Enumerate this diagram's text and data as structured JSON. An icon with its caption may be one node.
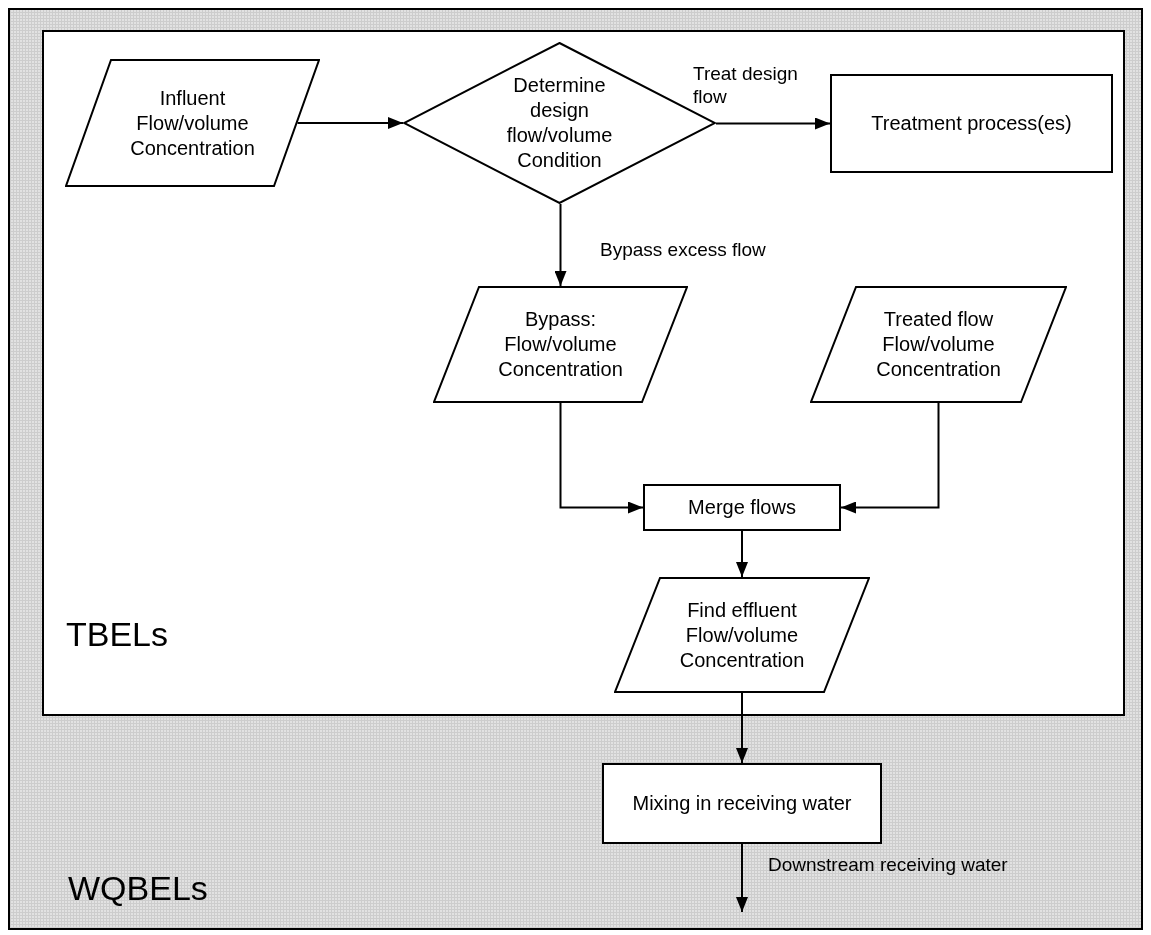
{
  "diagram": {
    "nodes": [
      {
        "text": [
          "WQBELs"
        ]
      },
      {
        "text": [
          "TBELs"
        ],
        "in": 0
      },
      {
        "text": [
          "Influent Flow/volume Concentration"
        ],
        "in": 1
      },
      {
        "text": [
          "Determine design flow/volume Condition"
        ],
        "in": 1
      },
      {
        "text": [
          "Treatment process(es)"
        ],
        "in": 1
      },
      {
        "text": [
          "Bypass: Flow/volume Concentration"
        ],
        "in": 1
      },
      {
        "text": [
          "Treated flow Flow/volume Concentration"
        ],
        "in": 1
      },
      {
        "text": [
          "Merge flows"
        ],
        "in": 1
      },
      {
        "text": [
          "Find effluent Flow/volume Concentration"
        ],
        "in": 1
      },
      {
        "text": [
          "Mixing in receiving water"
        ],
        "in": 0
      }
    ],
    "edges": [
      {
        "from": 2,
        "to": 3,
        "arrow": "to"
      },
      {
        "from": 3,
        "to": 4,
        "arrow": "to",
        "label": "Treat design flow"
      },
      {
        "from": 3,
        "to": 5,
        "arrow": "to",
        "label": "Bypass excess flow"
      },
      {
        "from": 5,
        "to": 7,
        "arrow": "to"
      },
      {
        "from": 6,
        "to": 7,
        "arrow": "to"
      },
      {
        "from": 7,
        "to": 8,
        "arrow": "to"
      },
      {
        "from": 8,
        "to": 9,
        "arrow": "to"
      },
      {
        "from": 9,
        "to": null,
        "arrow": "to",
        "label": "Downstream receiving water"
      }
    ]
  }
}
